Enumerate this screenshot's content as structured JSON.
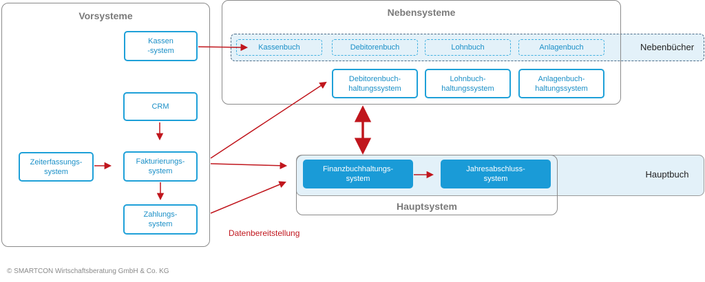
{
  "groups": {
    "vorsysteme": "Vorsysteme",
    "nebensysteme": "Nebensysteme",
    "hauptsystem": "Hauptsystem"
  },
  "bands": {
    "nebenbuecher": "Nebenbücher",
    "hauptbuch": "Hauptbuch"
  },
  "vorsysteme_nodes": {
    "kassensystem": "Kassen\n-system",
    "crm": "CRM",
    "zeiterfassung": "Zeiterfassungs-\nsystem",
    "fakturierung": "Fakturierungs-\nsystem",
    "zahlung": "Zahlungs-\nsystem"
  },
  "nebenbuecher_items": {
    "kassenbuch": "Kassenbuch",
    "debitorenbuch": "Debitorenbuch",
    "lohnbuch": "Lohnbuch",
    "anlagenbuch": "Anlagenbuch"
  },
  "nebensysteme_nodes": {
    "debitoren": "Debitorenbuch-\nhaltungssystem",
    "lohn": "Lohnbuch-\nhaltungssystem",
    "anlagen": "Anlagenbuch-\nhaltungssystem"
  },
  "hauptsystem_nodes": {
    "finanz": "Finanzbuchhaltungs-\nsystem",
    "jahresabschluss": "Jahresabschluss-\nsystem"
  },
  "annotation": "Datenbereitstellung",
  "footer": "© SMARTCON Wirtschaftsberatung GmbH & Co. KG",
  "colors": {
    "arrow": "#c0161d",
    "node_border": "#1ea0d8",
    "band": "#e3f1f9"
  }
}
